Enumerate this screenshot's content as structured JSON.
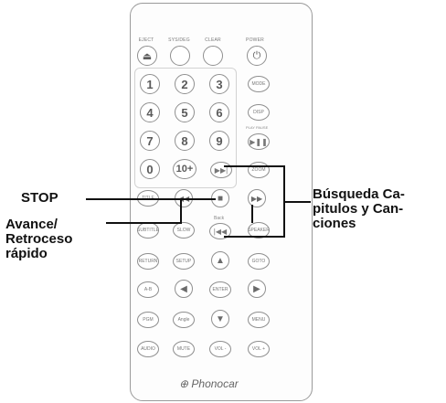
{
  "remote": {
    "top_labels": [
      "EJECT",
      "SYS/DEG",
      "CLEAR",
      "POWER"
    ],
    "numpad": [
      "1",
      "2",
      "3",
      "4",
      "5",
      "6",
      "7",
      "8",
      "9",
      "0",
      "10+"
    ],
    "side_keys": [
      "MODE",
      "DISP",
      "ZOOM"
    ],
    "play_pause_sub": "PLAY PAUSE",
    "row_title": [
      "TITLE",
      "SUBTITLE",
      "SLOW",
      "SPEAKER"
    ],
    "row_nav": [
      "RETURN",
      "SETUP",
      "GOTO"
    ],
    "row_ab": [
      "A-B",
      "ENTER"
    ],
    "row_bottom": [
      "PGM",
      "Angle",
      "MENU"
    ],
    "row_last": [
      "AUDIO",
      "MUTE",
      "VOL -",
      "VOL +"
    ],
    "back_label": "Back",
    "brand": "Phonocar"
  },
  "callouts": {
    "stop": "STOP",
    "fast": [
      "Avance/",
      "Retroceso",
      "rápido"
    ],
    "search": [
      "Búsqueda Ca-",
      "pitulos y Can-",
      "ciones"
    ]
  }
}
